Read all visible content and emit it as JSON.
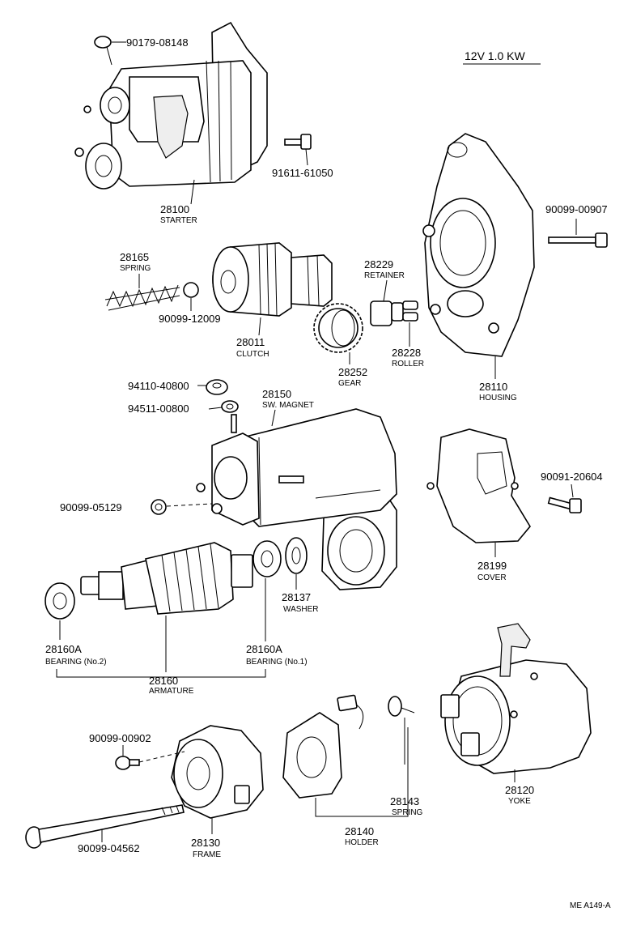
{
  "header": {
    "rating": "12V 1.0 KW"
  },
  "footer": {
    "code": "ME A149-A"
  },
  "parts": {
    "p90179": {
      "number": "90179-08148"
    },
    "p91611": {
      "number": "91611-61050"
    },
    "p28100": {
      "number": "28100",
      "name": "STARTER"
    },
    "p90099_00907": {
      "number": "90099-00907"
    },
    "p28165": {
      "number": "28165",
      "name": "SPRING"
    },
    "p28229": {
      "number": "28229",
      "name": "RETAINER"
    },
    "p90099_12009": {
      "number": "90099-12009"
    },
    "p28011": {
      "number": "28011",
      "name": "CLUTCH"
    },
    "p28228": {
      "number": "28228",
      "name": "ROLLER"
    },
    "p28252": {
      "number": "28252",
      "name": "GEAR"
    },
    "p28110": {
      "number": "28110",
      "name": "HOUSING"
    },
    "p94110": {
      "number": "94110-40800"
    },
    "p28150": {
      "number": "28150",
      "name": "SW. MAGNET"
    },
    "p94511": {
      "number": "94511-00800"
    },
    "p90091": {
      "number": "90091-20604"
    },
    "p90099_05129": {
      "number": "90099-05129"
    },
    "p28199": {
      "number": "28199",
      "name": "COVER"
    },
    "p28137": {
      "number": "28137",
      "name": "WASHER"
    },
    "p28160A_2": {
      "number": "28160A",
      "name": "BEARING (No.2)"
    },
    "p28160A_1": {
      "number": "28160A",
      "name": "BEARING (No.1)"
    },
    "p28160": {
      "number": "28160",
      "name": "ARMATURE"
    },
    "p90099_00902": {
      "number": "90099-00902"
    },
    "p28143": {
      "number": "28143",
      "name": "SPRING"
    },
    "p28120": {
      "number": "28120",
      "name": "YOKE"
    },
    "p28130": {
      "number": "28130",
      "name": "FRAME"
    },
    "p28140": {
      "number": "28140",
      "name": "HOLDER"
    },
    "p90099_04562": {
      "number": "90099-04562"
    }
  }
}
